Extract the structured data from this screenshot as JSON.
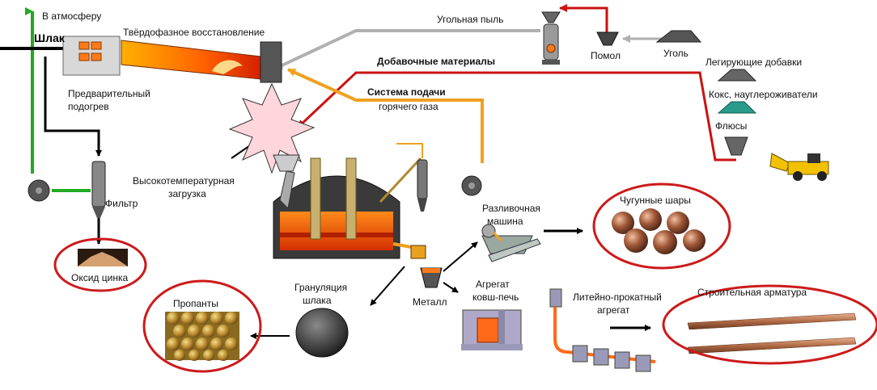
{
  "labels": {
    "to_atmosphere": "В атмосферу",
    "slag": "Шлак",
    "solid_phase": "Твёрдофазное восстановление",
    "preheat_1": "Предварительный",
    "preheat_2": "подогрев",
    "filter": "Фильтр",
    "zinc_oxide": "Оксид цинка",
    "coal_dust": "Угольная пыль",
    "grinding": "Помол",
    "coal": "Уголь",
    "additives": "Добавочные материалы",
    "alloying": "Легирующие добавки",
    "coke": "Кокс, науглероживатели",
    "fluxes": "Флюсы",
    "hot_gas_1": "Система подачи",
    "hot_gas_2": "горячего газа",
    "ht_load_1": "Высокотемпературная",
    "ht_load_2": "загрузка",
    "casting_1": "Разливочная",
    "casting_2": "машина",
    "pig_balls": "Чугунные шары",
    "metal": "Металл",
    "granulation_1": "Грануляция",
    "granulation_2": "шлака",
    "proppants": "Пропанты",
    "ladle_1": "Агрегат",
    "ladle_2": "ковш-печь",
    "rolling_1": "Литейно-прокатный",
    "rolling_2": "агрегат",
    "rebar": "Строительная арматура"
  },
  "colors": {
    "gas_line": "#f0a020",
    "feed_line": "#cc1111",
    "grey_line": "#b0b0b0",
    "exhaust": "#22aa22",
    "flame": "#ff6a00",
    "ellipse": "#cc1a1a",
    "machine": "#707070"
  }
}
